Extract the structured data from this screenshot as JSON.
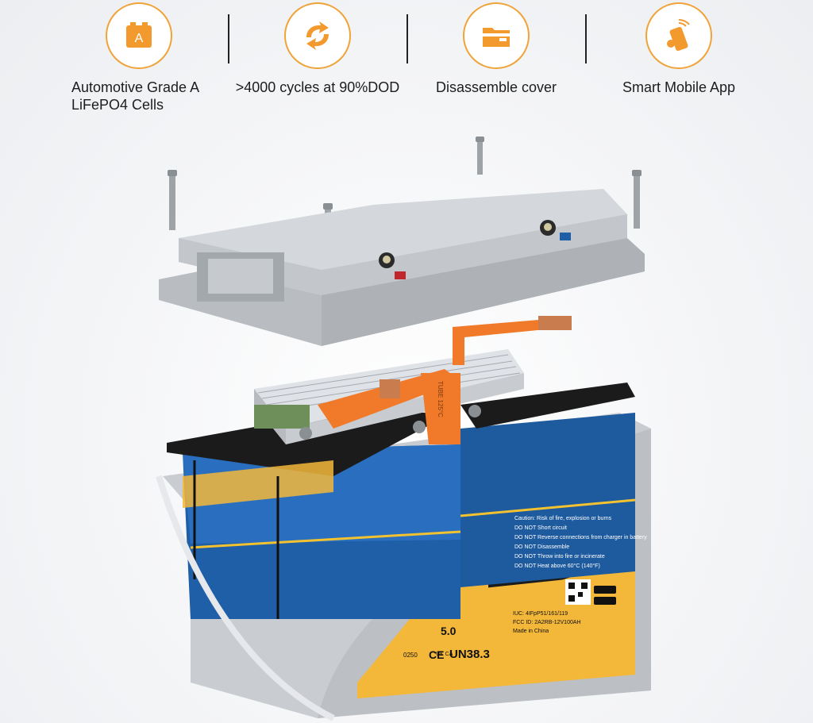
{
  "features": [
    {
      "label": "Automotive Grade A\nLiFePO4 Cells",
      "icon": "battery-cell-icon"
    },
    {
      "label": ">4000 cycles at 90%DOD",
      "icon": "cycle-arrows-icon"
    },
    {
      "label": "Disassemble cover",
      "icon": "folder-cover-icon"
    },
    {
      "label": "Smart Mobile App",
      "icon": "phone-app-icon"
    }
  ],
  "badge_letter": "A",
  "colors": {
    "accent": "#f0a339",
    "icon_fill": "#f29a2e",
    "cell_blue": "#1f5fa8",
    "busbar_orange": "#f07a2a",
    "case_gray": "#c9ccd0",
    "label_yellow": "#f3b73a"
  },
  "battery": {
    "warning_lines": [
      "Caution: Risk of fire, explosion or burns",
      "DO NOT Short circuit",
      "DO NOT Reverse connections from charger in battery",
      "DO NOT Disassemble",
      "DO NOT Throw into fire or incinerate",
      "DO NOT Heat above 60°C (140°F)"
    ],
    "spec_lines": [
      "IUC: 4IFpP51/161/119",
      "FCC ID: 2A2RB-12V100AH",
      "Made in China"
    ],
    "cert_text": "UN38.3",
    "ukca_text": "UK CA",
    "ce_text": "CE",
    "voltage_fragment": "5.0",
    "code_fragment": "0250",
    "busbar_text": "TUBE 125°C"
  }
}
